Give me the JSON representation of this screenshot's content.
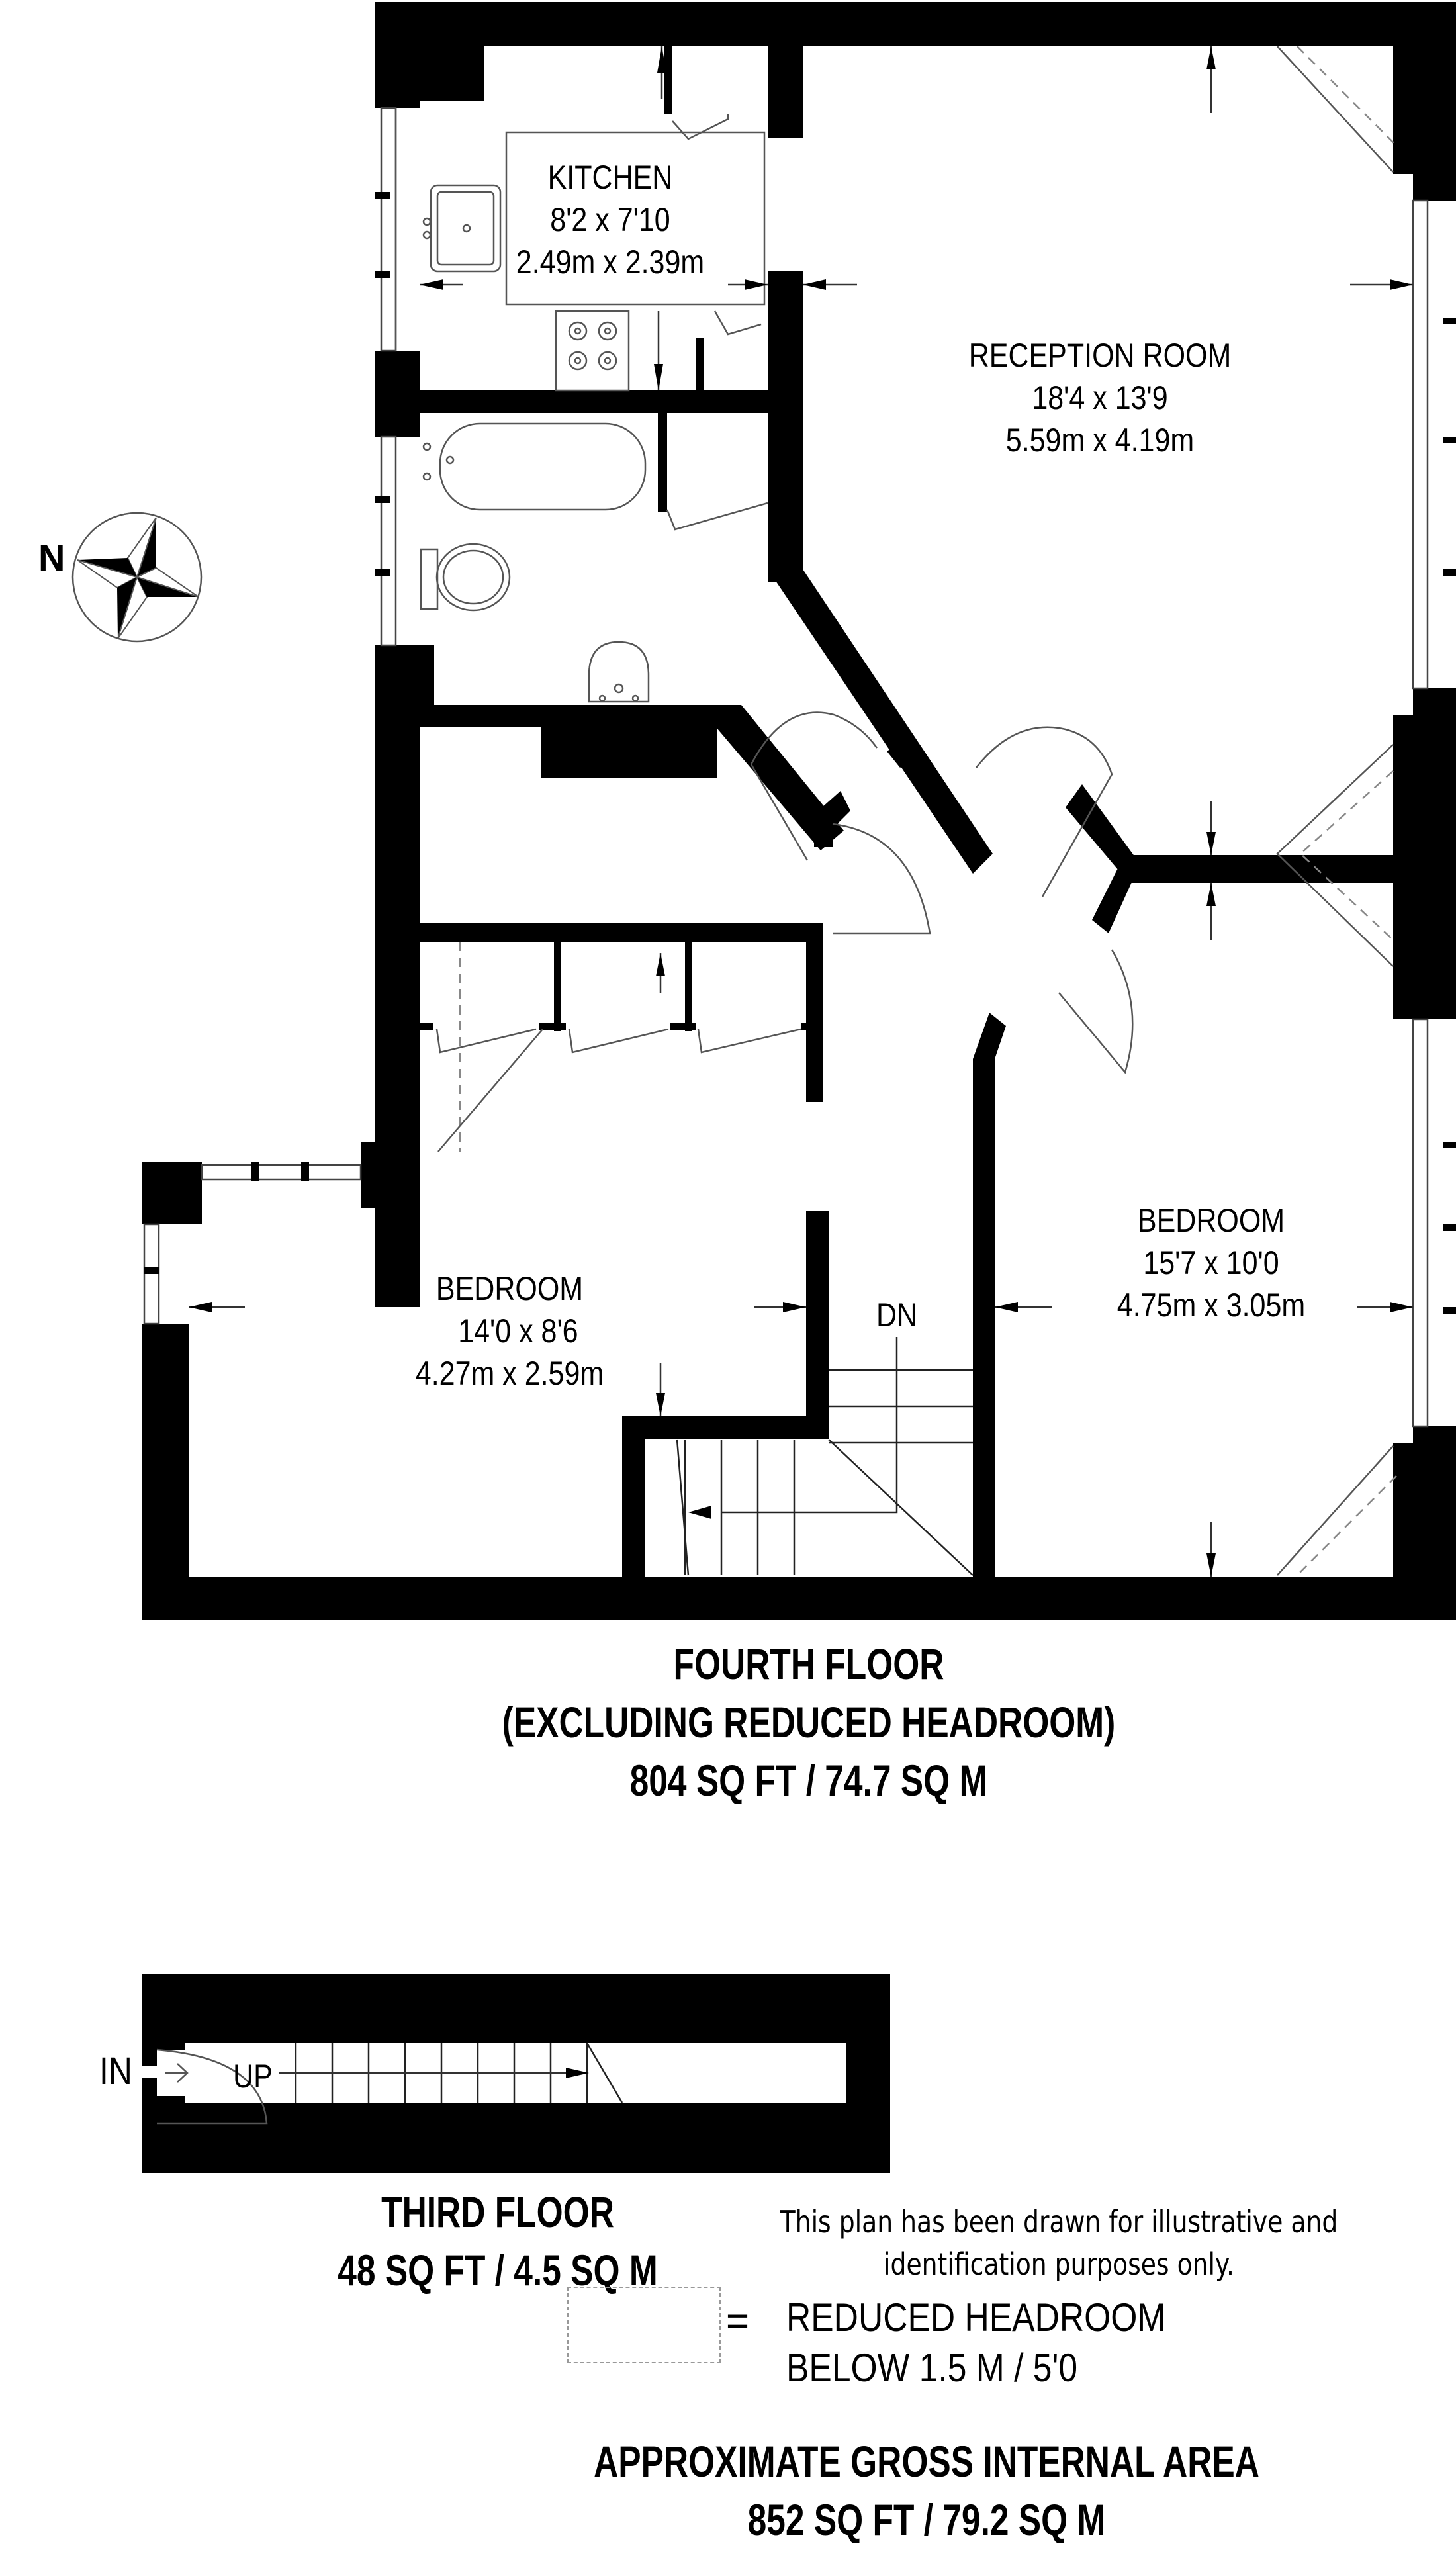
{
  "compass": {
    "label": "N",
    "icon": "compass-rose-icon"
  },
  "fourth_floor": {
    "rooms": [
      {
        "name": "KITCHEN",
        "imperial": "8'2 x 7'10",
        "metric": "2.49m x 2.39m"
      },
      {
        "name": "RECEPTION ROOM",
        "imperial": "18'4 x 13'9",
        "metric": "5.59m x 4.19m"
      },
      {
        "name": "BEDROOM",
        "imperial": "14'0 x 8'6",
        "metric": "4.27m x 2.59m"
      },
      {
        "name": "BEDROOM",
        "imperial": "15'7 x 10'0",
        "metric": "4.75m x 3.05m"
      }
    ],
    "stair_label": "DN",
    "title": "FOURTH FLOOR",
    "subtitle": "(EXCLUDING REDUCED HEADROOM)",
    "area": "804 SQ FT / 74.7 SQ M"
  },
  "third_floor": {
    "entry_label": "IN",
    "stair_label": "UP",
    "title": "THIRD FLOOR",
    "area": "48 SQ FT / 4.5 SQ M"
  },
  "disclaimer": {
    "line1": "This plan has been drawn for illustrative and",
    "line2": "identification purposes only."
  },
  "legend": {
    "symbol": "=",
    "line1": "REDUCED HEADROOM",
    "line2": "BELOW 1.5 M / 5'0"
  },
  "total": {
    "title": "APPROXIMATE GROSS INTERNAL AREA",
    "area": "852 SQ FT / 79.2 SQ M"
  }
}
